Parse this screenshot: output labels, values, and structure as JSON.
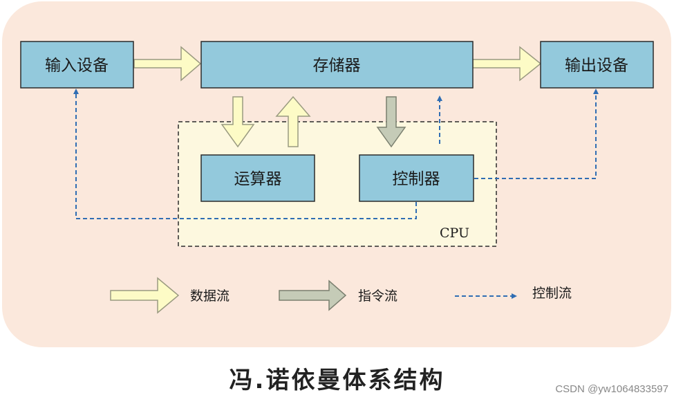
{
  "diagram": {
    "nodes": {
      "input_device": "输入设备",
      "memory": "存储器",
      "output_device": "输出设备",
      "alu": "运算器",
      "controller": "控制器"
    },
    "cpu_label": "CPU",
    "legend": {
      "data_flow": "数据流",
      "instruction_flow": "指令流",
      "control_flow": "控制流"
    },
    "colors": {
      "background": "#fbe8dc",
      "cpu_region": "#fdf8df",
      "box_fill": "#93c9dc",
      "box_stroke": "#2b2b2b",
      "data_arrow": "#fdfbc6",
      "instruction_arrow": "#c5cbb7",
      "control_line": "#2f6db3"
    }
  },
  "caption": "冯.诺依曼体系结构",
  "watermark": "CSDN @yw1064833597"
}
